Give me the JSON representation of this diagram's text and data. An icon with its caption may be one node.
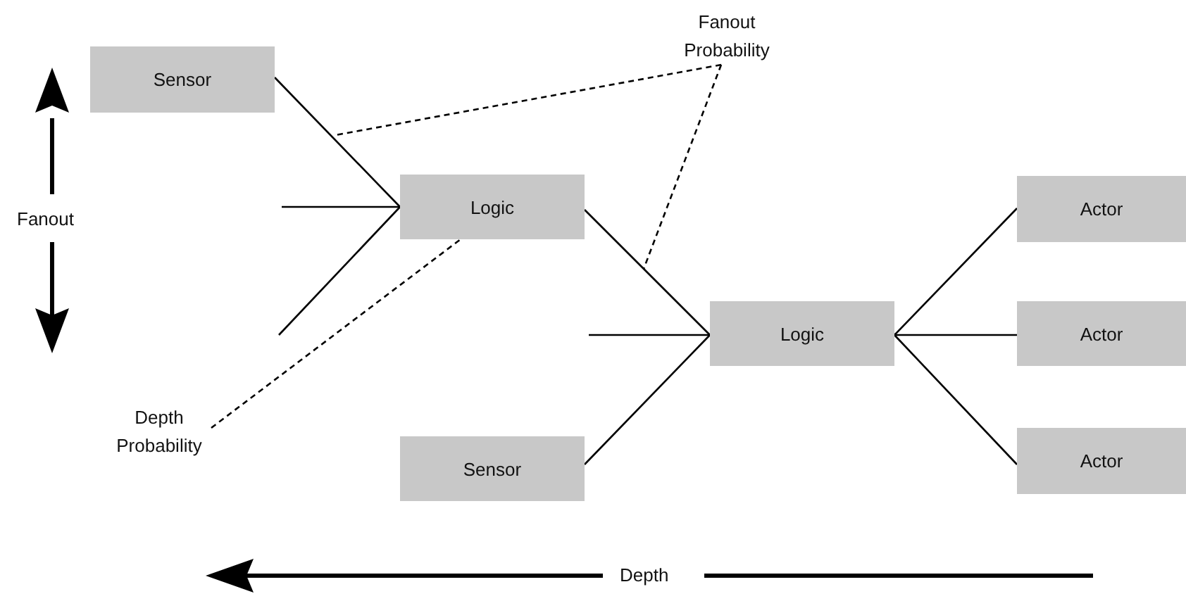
{
  "diagram": {
    "nodes": [
      {
        "text": [
          "Fanout Probability"
        ]
      },
      {
        "text": [
          "Sensor"
        ]
      },
      {
        "text": [
          "Logic"
        ]
      },
      {
        "text": [
          "Actor"
        ]
      },
      {
        "text": [
          "Logic"
        ]
      },
      {
        "text": [
          "Actor"
        ]
      },
      {
        "text": [
          "Depth Probability"
        ]
      },
      {
        "text": [
          "Sensor"
        ]
      },
      {
        "text": [
          "Actor"
        ]
      }
    ],
    "edges": [
      {
        "from": 1,
        "to": 2,
        "arrow": "none"
      },
      {
        "from": null,
        "to": 2,
        "arrow": "none"
      },
      {
        "from": null,
        "to": 2,
        "arrow": "none"
      },
      {
        "from": 2,
        "to": 4,
        "arrow": "none"
      },
      {
        "from": null,
        "to": 4,
        "arrow": "none"
      },
      {
        "from": 7,
        "to": 4,
        "arrow": "none"
      },
      {
        "from": 4,
        "to": 3,
        "arrow": "none"
      },
      {
        "from": 4,
        "to": 5,
        "arrow": "none"
      },
      {
        "from": 4,
        "to": 8,
        "arrow": "none"
      },
      {
        "from": 0,
        "to": null,
        "arrow": "none",
        "style": "dashed"
      },
      {
        "from": 0,
        "to": null,
        "arrow": "none",
        "style": "dashed"
      },
      {
        "from": 6,
        "to": 2,
        "arrow": "none",
        "style": "dashed"
      }
    ],
    "labels": [
      "Fanout",
      "Depth"
    ]
  }
}
